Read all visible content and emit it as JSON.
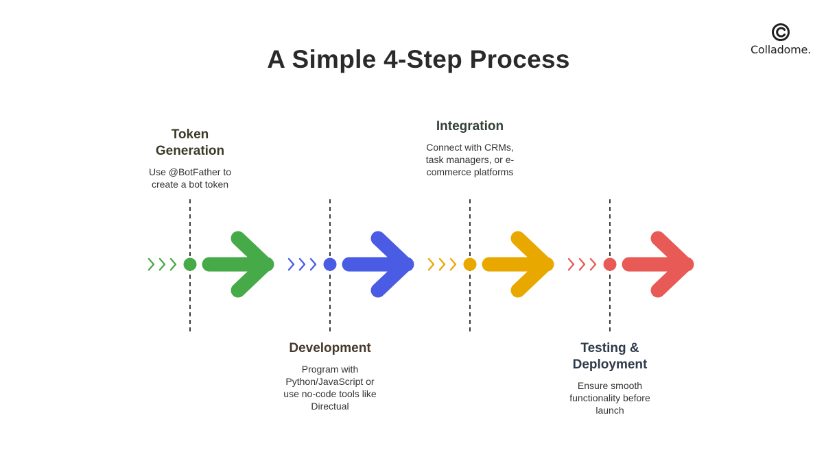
{
  "title": "A Simple 4-Step Process",
  "logo": {
    "icon": "colladome-logo-icon",
    "text": "Colladome."
  },
  "steps": [
    {
      "title": "Token Generation",
      "description": "Use @BotFather to create a bot token",
      "color": "#45aa47",
      "title_color": "#3b3a28",
      "label_position": "top"
    },
    {
      "title": "Development",
      "description": "Program with Python/JavaScript or use no-code tools like Directual",
      "color": "#4a5be4",
      "title_color": "#46392c",
      "label_position": "bottom"
    },
    {
      "title": "Integration",
      "description": "Connect with CRMs, task managers, or e-commerce platforms",
      "color": "#e9a800",
      "title_color": "#334138",
      "label_position": "top"
    },
    {
      "title": "Testing & Deployment",
      "description": "Ensure smooth functionality before launch",
      "color": "#e85a55",
      "title_color": "#2e3a4a",
      "label_position": "bottom"
    }
  ]
}
